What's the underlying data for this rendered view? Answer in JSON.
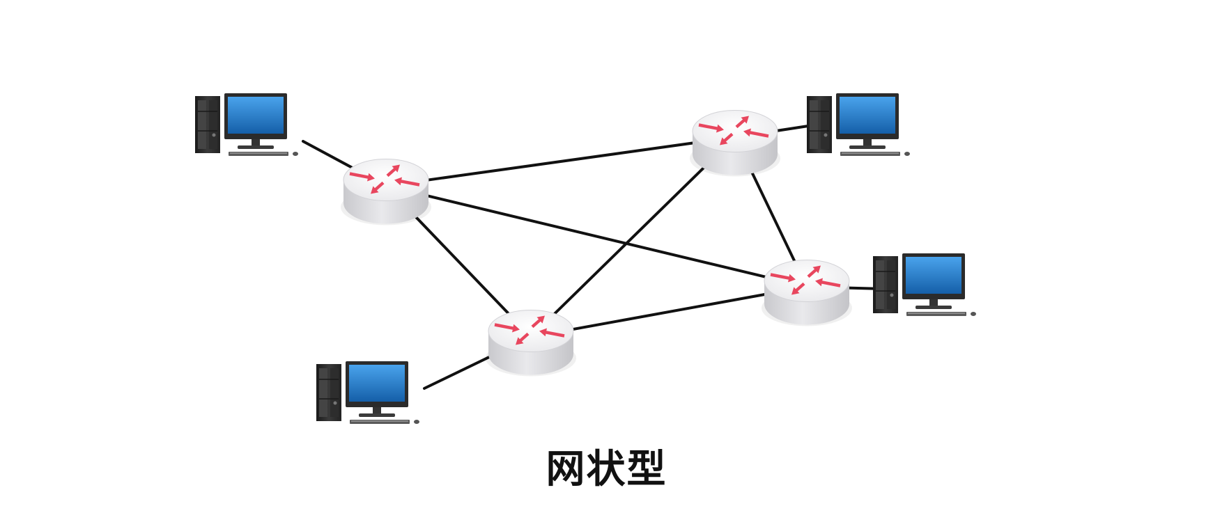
{
  "diagram": {
    "caption": "网状型",
    "colors": {
      "link": "#111111",
      "router_top": "#f3f3f4",
      "router_side": "#dcdcdf",
      "arrow": "#e8465e",
      "screen": "#1e73c4",
      "monitor_frame": "#2b2b2b"
    },
    "nodes": [
      {
        "id": "router-1",
        "kind": "router"
      },
      {
        "id": "router-2",
        "kind": "router"
      },
      {
        "id": "router-3",
        "kind": "router"
      },
      {
        "id": "router-4",
        "kind": "router"
      },
      {
        "id": "pc-1",
        "kind": "computer"
      },
      {
        "id": "pc-2",
        "kind": "computer"
      },
      {
        "id": "pc-3",
        "kind": "computer"
      },
      {
        "id": "pc-4",
        "kind": "computer"
      }
    ],
    "links": [
      {
        "from": "router-1",
        "to": "router-2"
      },
      {
        "from": "router-1",
        "to": "router-3"
      },
      {
        "from": "router-1",
        "to": "router-4"
      },
      {
        "from": "router-2",
        "to": "router-3"
      },
      {
        "from": "router-2",
        "to": "router-4"
      },
      {
        "from": "router-3",
        "to": "router-4"
      },
      {
        "from": "pc-1",
        "to": "router-1"
      },
      {
        "from": "pc-2",
        "to": "router-2"
      },
      {
        "from": "pc-3",
        "to": "router-4"
      },
      {
        "from": "pc-4",
        "to": "router-3"
      }
    ]
  }
}
